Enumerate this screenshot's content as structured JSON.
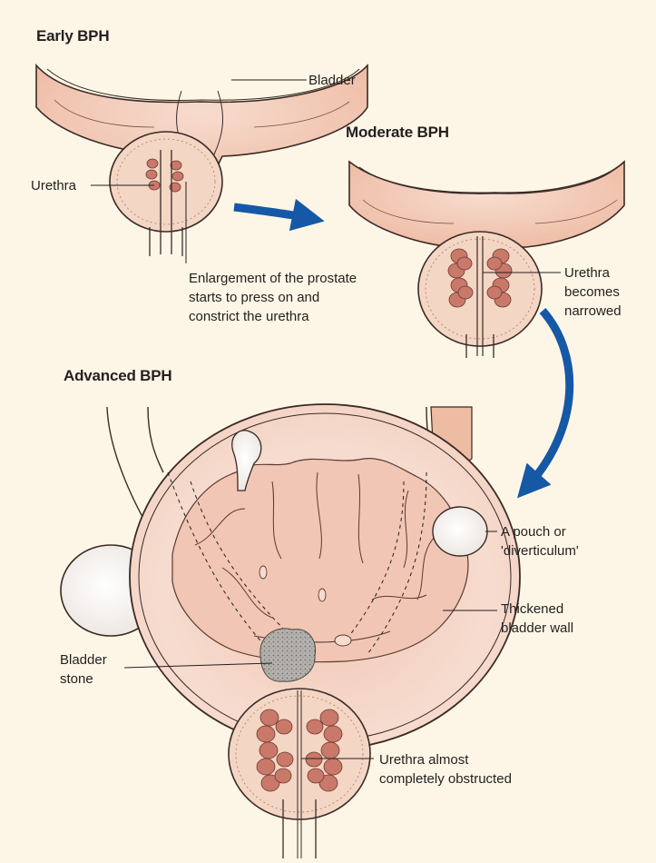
{
  "stages": {
    "early": {
      "title": "Early BPH"
    },
    "moderate": {
      "title": "Moderate BPH"
    },
    "advanced": {
      "title": "Advanced BPH"
    }
  },
  "labels": {
    "bladder": "Bladder",
    "urethra": "Urethra",
    "enlargement": [
      "Enlargement of the prostate",
      "starts to press on and",
      "constrict the urethra"
    ],
    "urethra_narrowed": [
      "Urethra",
      "becomes",
      "narrowed"
    ],
    "pouch": [
      "A pouch or",
      "'diverticulum'"
    ],
    "thickened_wall": [
      "Thickened",
      "bladder wall"
    ],
    "bladder_stone": [
      "Bladder",
      "stone"
    ],
    "urethra_obstructed": [
      "Urethra almost",
      "completely obstructed"
    ]
  },
  "colors": {
    "background": "#fdf6e6",
    "bladder_fill": "#f3cfbd",
    "prostate_fill": "#f4d6c4",
    "lobe_fill": "#c9786a",
    "outline": "#3a2a25",
    "arrow": "#1558a6",
    "stone": "#aaaaaa"
  }
}
